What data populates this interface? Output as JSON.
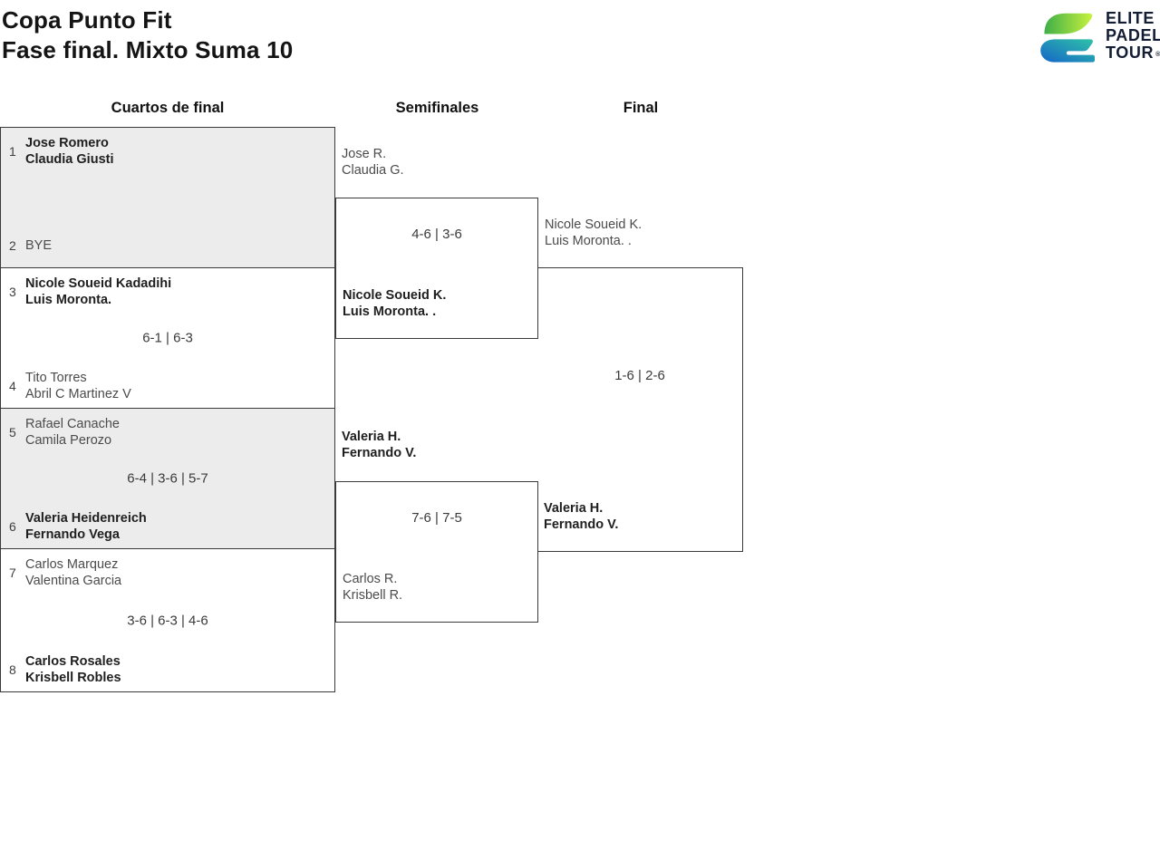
{
  "header": {
    "title_line1": "Copa Punto Fit",
    "title_line2": "Fase final. Mixto Suma 10"
  },
  "logo": {
    "lines": [
      "ELITE",
      "PADEL",
      "TOUR"
    ],
    "registered": "®",
    "colors": {
      "green": "#3fae49",
      "lime": "#c6f23c",
      "teal": "#2fc3a7",
      "blue": "#1565c8",
      "navy": "#131d33"
    }
  },
  "rounds": [
    {
      "label": "Cuartos de final"
    },
    {
      "label": "Semifinales"
    },
    {
      "label": "Final"
    }
  ],
  "quarterfinals": [
    {
      "seed_top": "1",
      "team_top": [
        "Jose Romero",
        "Claudia Giusti"
      ],
      "score": "",
      "seed_bottom": "2",
      "team_bottom": [
        "BYE"
      ]
    },
    {
      "seed_top": "3",
      "team_top": [
        "Nicole Soueid Kadadihi",
        "Luis Moronta."
      ],
      "score": "6-1 | 6-3",
      "seed_bottom": "4",
      "team_bottom": [
        "Tito Torres",
        "Abril C Martinez V"
      ]
    },
    {
      "seed_top": "5",
      "team_top": [
        "Rafael Canache",
        "Camila Perozo"
      ],
      "score": "6-4 | 3-6 | 5-7",
      "seed_bottom": "6",
      "team_bottom": [
        "Valeria Heidenreich",
        "Fernando Vega"
      ]
    },
    {
      "seed_top": "7",
      "team_top": [
        "Carlos Marquez",
        "Valentina Garcia"
      ],
      "score": "3-6 | 6-3 | 4-6",
      "seed_bottom": "8",
      "team_bottom": [
        "Carlos Rosales",
        "Krisbell Robles"
      ]
    }
  ],
  "semifinals": [
    {
      "team_top": [
        "Jose R.",
        "Claudia G."
      ],
      "score": "4-6 | 3-6",
      "team_bottom": [
        "Nicole Soueid K.",
        "Luis Moronta. ."
      ]
    },
    {
      "team_top": [
        "Valeria H.",
        "Fernando V."
      ],
      "score": "7-6 | 7-5",
      "team_bottom": [
        "Carlos R.",
        "Krisbell R."
      ]
    }
  ],
  "final": {
    "team_top": [
      "Nicole Soueid K.",
      "Luis Moronta. ."
    ],
    "score": "1-6 | 2-6",
    "team_bottom": [
      "Valeria H.",
      "Fernando V."
    ]
  }
}
